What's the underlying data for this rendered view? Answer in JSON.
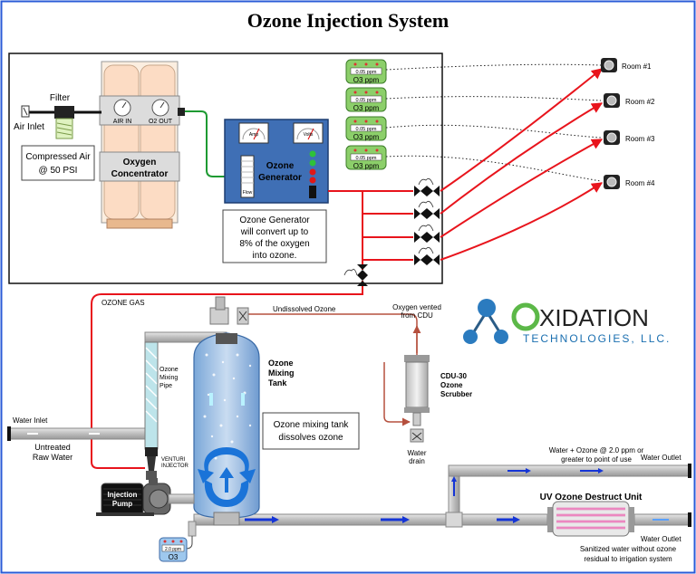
{
  "title": "Ozone Injection System",
  "labels": {
    "filter": "Filter",
    "air_inlet": "Air Inlet",
    "compressed_air_1": "Compressed Air",
    "compressed_air_2": "@ 50 PSI",
    "air_in": "AIR IN",
    "o2_out": "O2 OUT",
    "oxygen_1": "Oxygen",
    "oxygen_2": "Concentrator",
    "ozone_gen_1": "Ozone",
    "ozone_gen_2": "Generator",
    "amp": "Amp",
    "volts": "Volts",
    "flow": "Flow",
    "note_gen_1": "Ozone Generator",
    "note_gen_2": "will convert up to",
    "note_gen_3": "8% of the oxygen",
    "note_gen_4": "into ozone.",
    "ozone_gas": "OZONE GAS",
    "undissolved": "Undissolved Ozone",
    "vented_1": "Oxygen vented",
    "vented_2": "from CDU",
    "cdu_1": "CDU-30",
    "cdu_2": "Ozone",
    "cdu_3": "Scrubber",
    "drain_1": "Water",
    "drain_2": "drain",
    "mix_pipe_1": "Ozone",
    "mix_pipe_2": "Mixing",
    "mix_pipe_3": "Pipe",
    "mix_tank_1": "Ozone",
    "mix_tank_2": "Mixing",
    "mix_tank_3": "Tank",
    "mix_note_1": "Ozone mixing tank",
    "mix_note_2": "dissolves ozone",
    "water_inlet": "Water Inlet",
    "untreated_1": "Untreated",
    "untreated_2": "Raw Water",
    "venturi_1": "VENTURI",
    "venturi_2": "INJECTOR",
    "pump_1": "Injection",
    "pump_2": "Pump",
    "sensor_value": "2.0 ppm",
    "sensor_unit": "O3",
    "water_ozone_1": "Water + Ozone @ 2.0 ppm or",
    "water_ozone_2": "greater to point of use",
    "water_outlet_1": "Water Outlet",
    "water_outlet_2": "Water Outlet",
    "uv_unit": "UV Ozone Destruct Unit",
    "sanitized_1": "Sanitized water without ozone",
    "sanitized_2": "residual to irrigation system"
  },
  "monitors": [
    {
      "value": "0.05 ppm",
      "unit": "O3 ppm"
    },
    {
      "value": "0.05 ppm",
      "unit": "O3 ppm"
    },
    {
      "value": "0.05 ppm",
      "unit": "O3 ppm"
    },
    {
      "value": "0.05 ppm",
      "unit": "O3 ppm"
    }
  ],
  "rooms": [
    "Room #1",
    "Room #2",
    "Room #3",
    "Room #4"
  ],
  "logo": {
    "name": "XIDATION",
    "sub": "TECHNOLOGIES, LLC."
  },
  "colors": {
    "ozone_line": "#e8141c",
    "green_line": "#1e9a32",
    "water_pipe": "#c8c8c8",
    "flow_arrow": "#1535d6",
    "generator": "#3f6fb5",
    "logo_blue": "#1a6fb0",
    "logo_green": "#5cb848"
  }
}
